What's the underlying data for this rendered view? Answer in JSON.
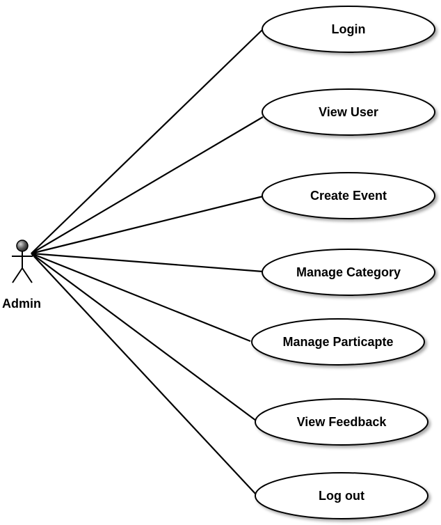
{
  "actor": {
    "name": "Admin"
  },
  "use_cases": [
    {
      "label": "Login"
    },
    {
      "label": "View User"
    },
    {
      "label": "Create Event"
    },
    {
      "label": "Manage Category"
    },
    {
      "label": "Manage Particapte"
    },
    {
      "label": "View Feedback"
    },
    {
      "label": "Log out"
    }
  ]
}
